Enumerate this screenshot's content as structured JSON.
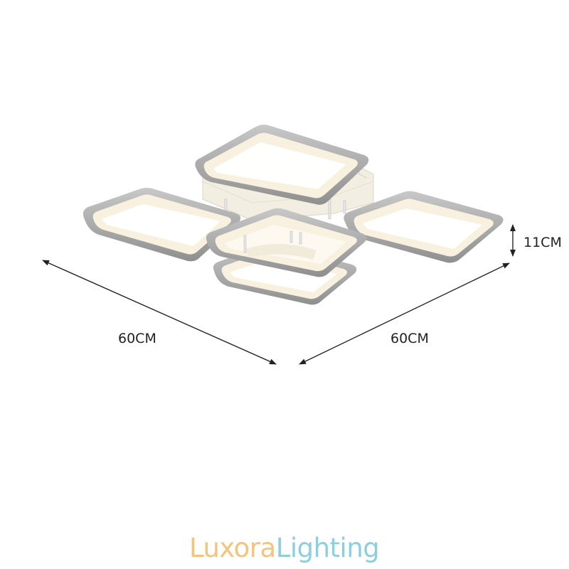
{
  "dimensions": {
    "width_left": "60CM",
    "width_right": "60CM",
    "height": "11CM"
  },
  "product": {
    "description": "Modern LED ceiling light with four square ring shades",
    "shade_count": 4,
    "colors": {
      "frame": "#9a9a9a",
      "frame_light": "#d8d8d8",
      "diffuser": "#fbf6ea",
      "glow": "#ffffff",
      "base": "#f3eee2"
    }
  },
  "brand": {
    "part1": "Luxora",
    "part2": "Lighting",
    "colors": {
      "part1": "#f2c57e",
      "part2": "#8ccfdd"
    }
  },
  "annotation_color": "#222222"
}
